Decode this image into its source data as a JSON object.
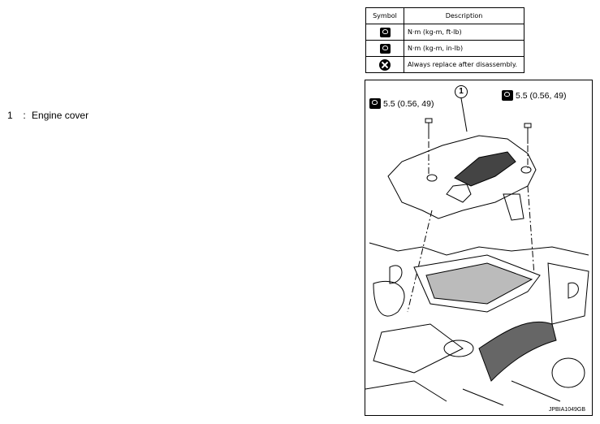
{
  "legend": {
    "number": "1",
    "separator": ":",
    "label": "Engine cover"
  },
  "symbol_table": {
    "headers": [
      "Symbol",
      "Description"
    ],
    "rows": [
      {
        "icon": "torque-wrench-icon",
        "description": "N·m (kg-m, ft-lb)"
      },
      {
        "icon": "torque-wrench-icon",
        "description": "N·m (kg-m, in-lb)"
      },
      {
        "icon": "replace-icon",
        "description": "Always replace after disassembly."
      }
    ]
  },
  "figure": {
    "callout": "1",
    "torque_left": "5.5 (0.56, 49)",
    "torque_right": "5.5 (0.56, 49)",
    "code": "JPBIA1049GB"
  }
}
